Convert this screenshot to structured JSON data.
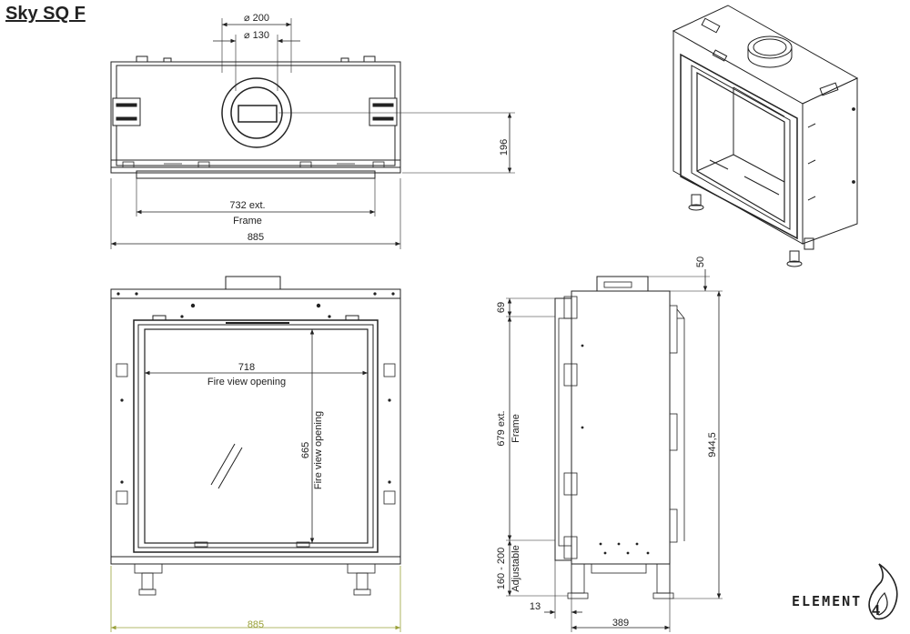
{
  "title": "Sky SQ F",
  "top_view": {
    "d200": "⌀ 200",
    "d130": "⌀ 130",
    "depth": "196",
    "frame_ext": "732 ext.",
    "frame": "Frame",
    "width": "885"
  },
  "front_view": {
    "view_width": "718",
    "view_width_label": "Fire view opening",
    "view_height": "665",
    "view_height_label": "Fire view opening",
    "width": "885"
  },
  "side_view": {
    "top_offset": "69",
    "top_collar": "50",
    "frame_ext": "679 ext.",
    "frame": "Frame",
    "total_height": "944,5",
    "adjustable_range": "160 - 200",
    "adjustable": "Adjustable",
    "offset": "13",
    "depth": "389"
  },
  "logo": {
    "text": "ELEMENT",
    "number": "4"
  },
  "colors": {
    "line": "#222222",
    "highlight": "#9aa13a"
  }
}
